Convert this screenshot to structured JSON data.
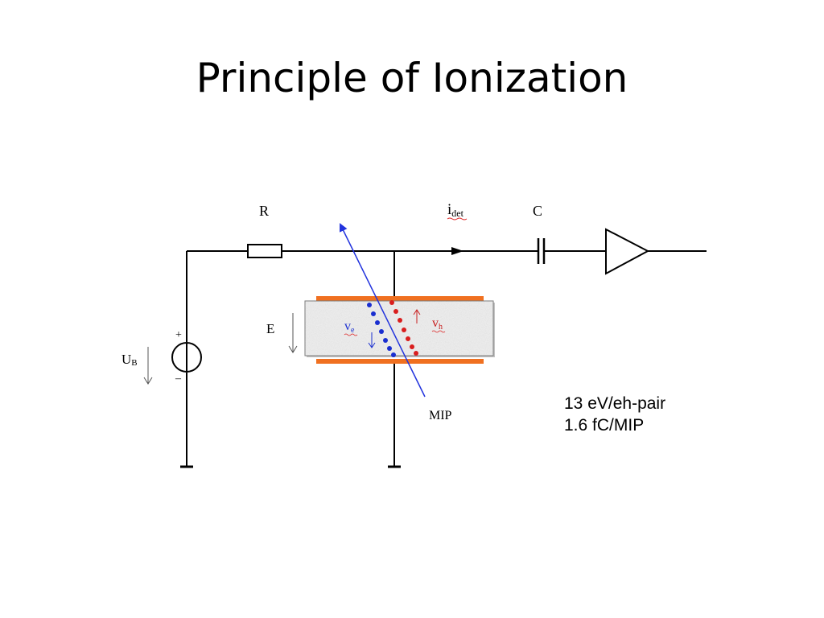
{
  "slide": {
    "title": "Principle of Ionization"
  },
  "diagram": {
    "labels": {
      "resistor": "R",
      "current_main": "i",
      "current_sub": "det",
      "capacitor": "C",
      "field": "E",
      "bias_main": "U",
      "bias_sub": "B",
      "plus": "+",
      "minus": "–",
      "electron_velocity_main": "v",
      "electron_velocity_sub": "e",
      "hole_velocity_main": "v",
      "hole_velocity_sub": "h",
      "particle": "MIP"
    },
    "colors": {
      "wire": "#000000",
      "electrode": "#f07020",
      "electrons": "#1a2fd0",
      "holes": "#d91e1e",
      "mip_track": "#2233dd",
      "sensor_fill": "#eeeeee"
    }
  },
  "notes": {
    "line1": "13 eV/eh-pair",
    "line2": "1.6 fC/MIP"
  }
}
